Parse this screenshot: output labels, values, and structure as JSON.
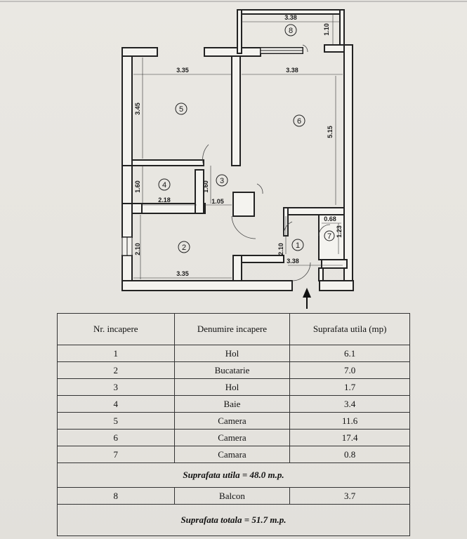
{
  "plan": {
    "dimensions": [
      "3.38",
      "1.10",
      "3.35",
      "3.38",
      "3.45",
      "5.15",
      "1.60",
      "1.60",
      "2.18",
      "1.05",
      "2.10",
      "2.10",
      "3.35",
      "3.38",
      "0.68",
      "1.23"
    ],
    "room_numbers": [
      "1",
      "2",
      "3",
      "4",
      "5",
      "6",
      "7",
      "8"
    ]
  },
  "table": {
    "headers": {
      "col1": "Nr. incapere",
      "col2": "Denumire incapere",
      "col3": "Suprafata utila (mp)"
    },
    "rows": [
      {
        "nr": "1",
        "name": "Hol",
        "area": "6.1"
      },
      {
        "nr": "2",
        "name": "Bucatarie",
        "area": "7.0"
      },
      {
        "nr": "3",
        "name": "Hol",
        "area": "1.7"
      },
      {
        "nr": "4",
        "name": "Baie",
        "area": "3.4"
      },
      {
        "nr": "5",
        "name": "Camera",
        "area": "11.6"
      },
      {
        "nr": "6",
        "name": "Camera",
        "area": "17.4"
      },
      {
        "nr": "7",
        "name": "Camara",
        "area": "0.8"
      }
    ],
    "useful_total": "Suprafata utila = 48.0  m.p.",
    "balcony": {
      "nr": "8",
      "name": "Balcon",
      "area": "3.7"
    },
    "grand_total": "Suprafata totala = 51.7 m.p."
  }
}
